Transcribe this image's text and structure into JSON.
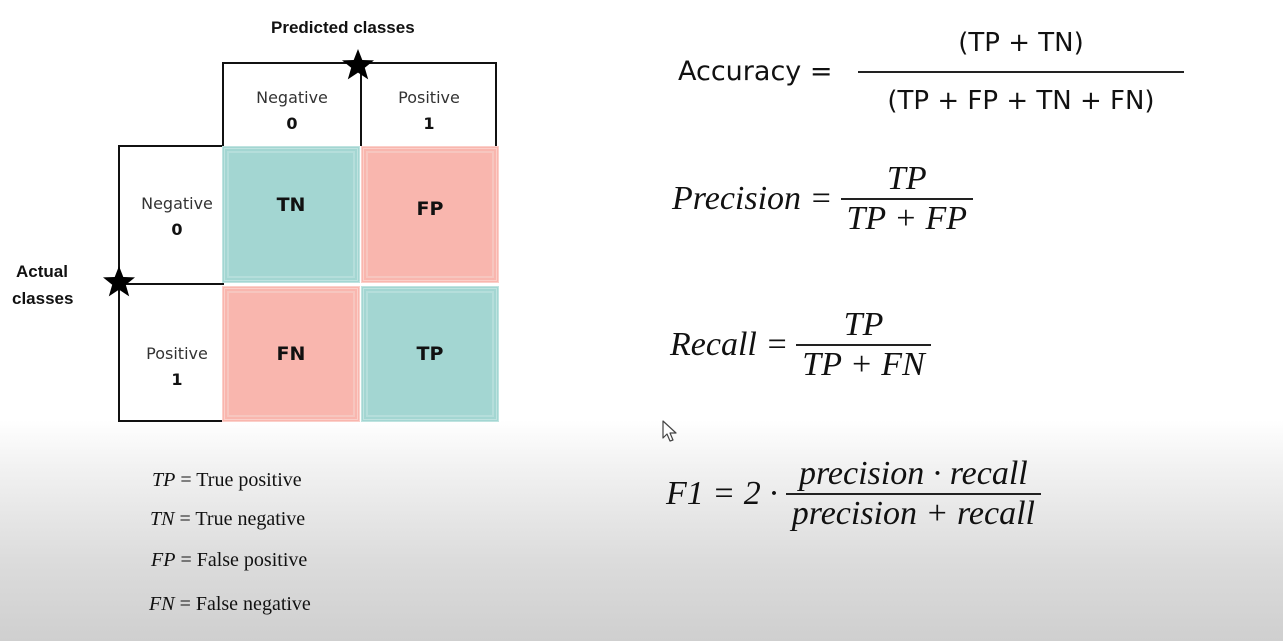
{
  "matrix": {
    "predicted_title": "Predicted classes",
    "actual_title_1": "Actual",
    "actual_title_2": "classes",
    "col_negative": "Negative",
    "col_negative_val": "0",
    "col_positive": "Positive",
    "col_positive_val": "1",
    "row_negative": "Negative",
    "row_negative_val": "0",
    "row_positive": "Positive",
    "row_positive_val": "1",
    "tn": "TN",
    "fp": "FP",
    "fn": "FN",
    "tp": "TP",
    "colors": {
      "teal": "#a3d6d2",
      "pink": "#f9b6ae"
    }
  },
  "legend": [
    {
      "abbr": "TP",
      "eq": "=",
      "text": "True positive"
    },
    {
      "abbr": "TN",
      "eq": "=",
      "text": "True negative"
    },
    {
      "abbr": "FP",
      "eq": "=",
      "text": "False positive"
    },
    {
      "abbr": "FN",
      "eq": "=",
      "text": "False negative"
    }
  ],
  "formulas": {
    "accuracy_label": "Accuracy =",
    "accuracy_num": "(TP + TN)",
    "accuracy_den": "(TP + FP + TN + FN)",
    "precision_label": "Precision =",
    "precision_num": "TP",
    "precision_den": "TP + FP",
    "recall_label": "Recall =",
    "recall_num": "TP",
    "recall_den": "TP + FN",
    "f1_label": "F1 = 2 ·",
    "f1_num": "precision · recall",
    "f1_den": "precision + recall"
  },
  "icons": {
    "star": "star-icon",
    "cursor": "mouse-cursor-icon"
  }
}
